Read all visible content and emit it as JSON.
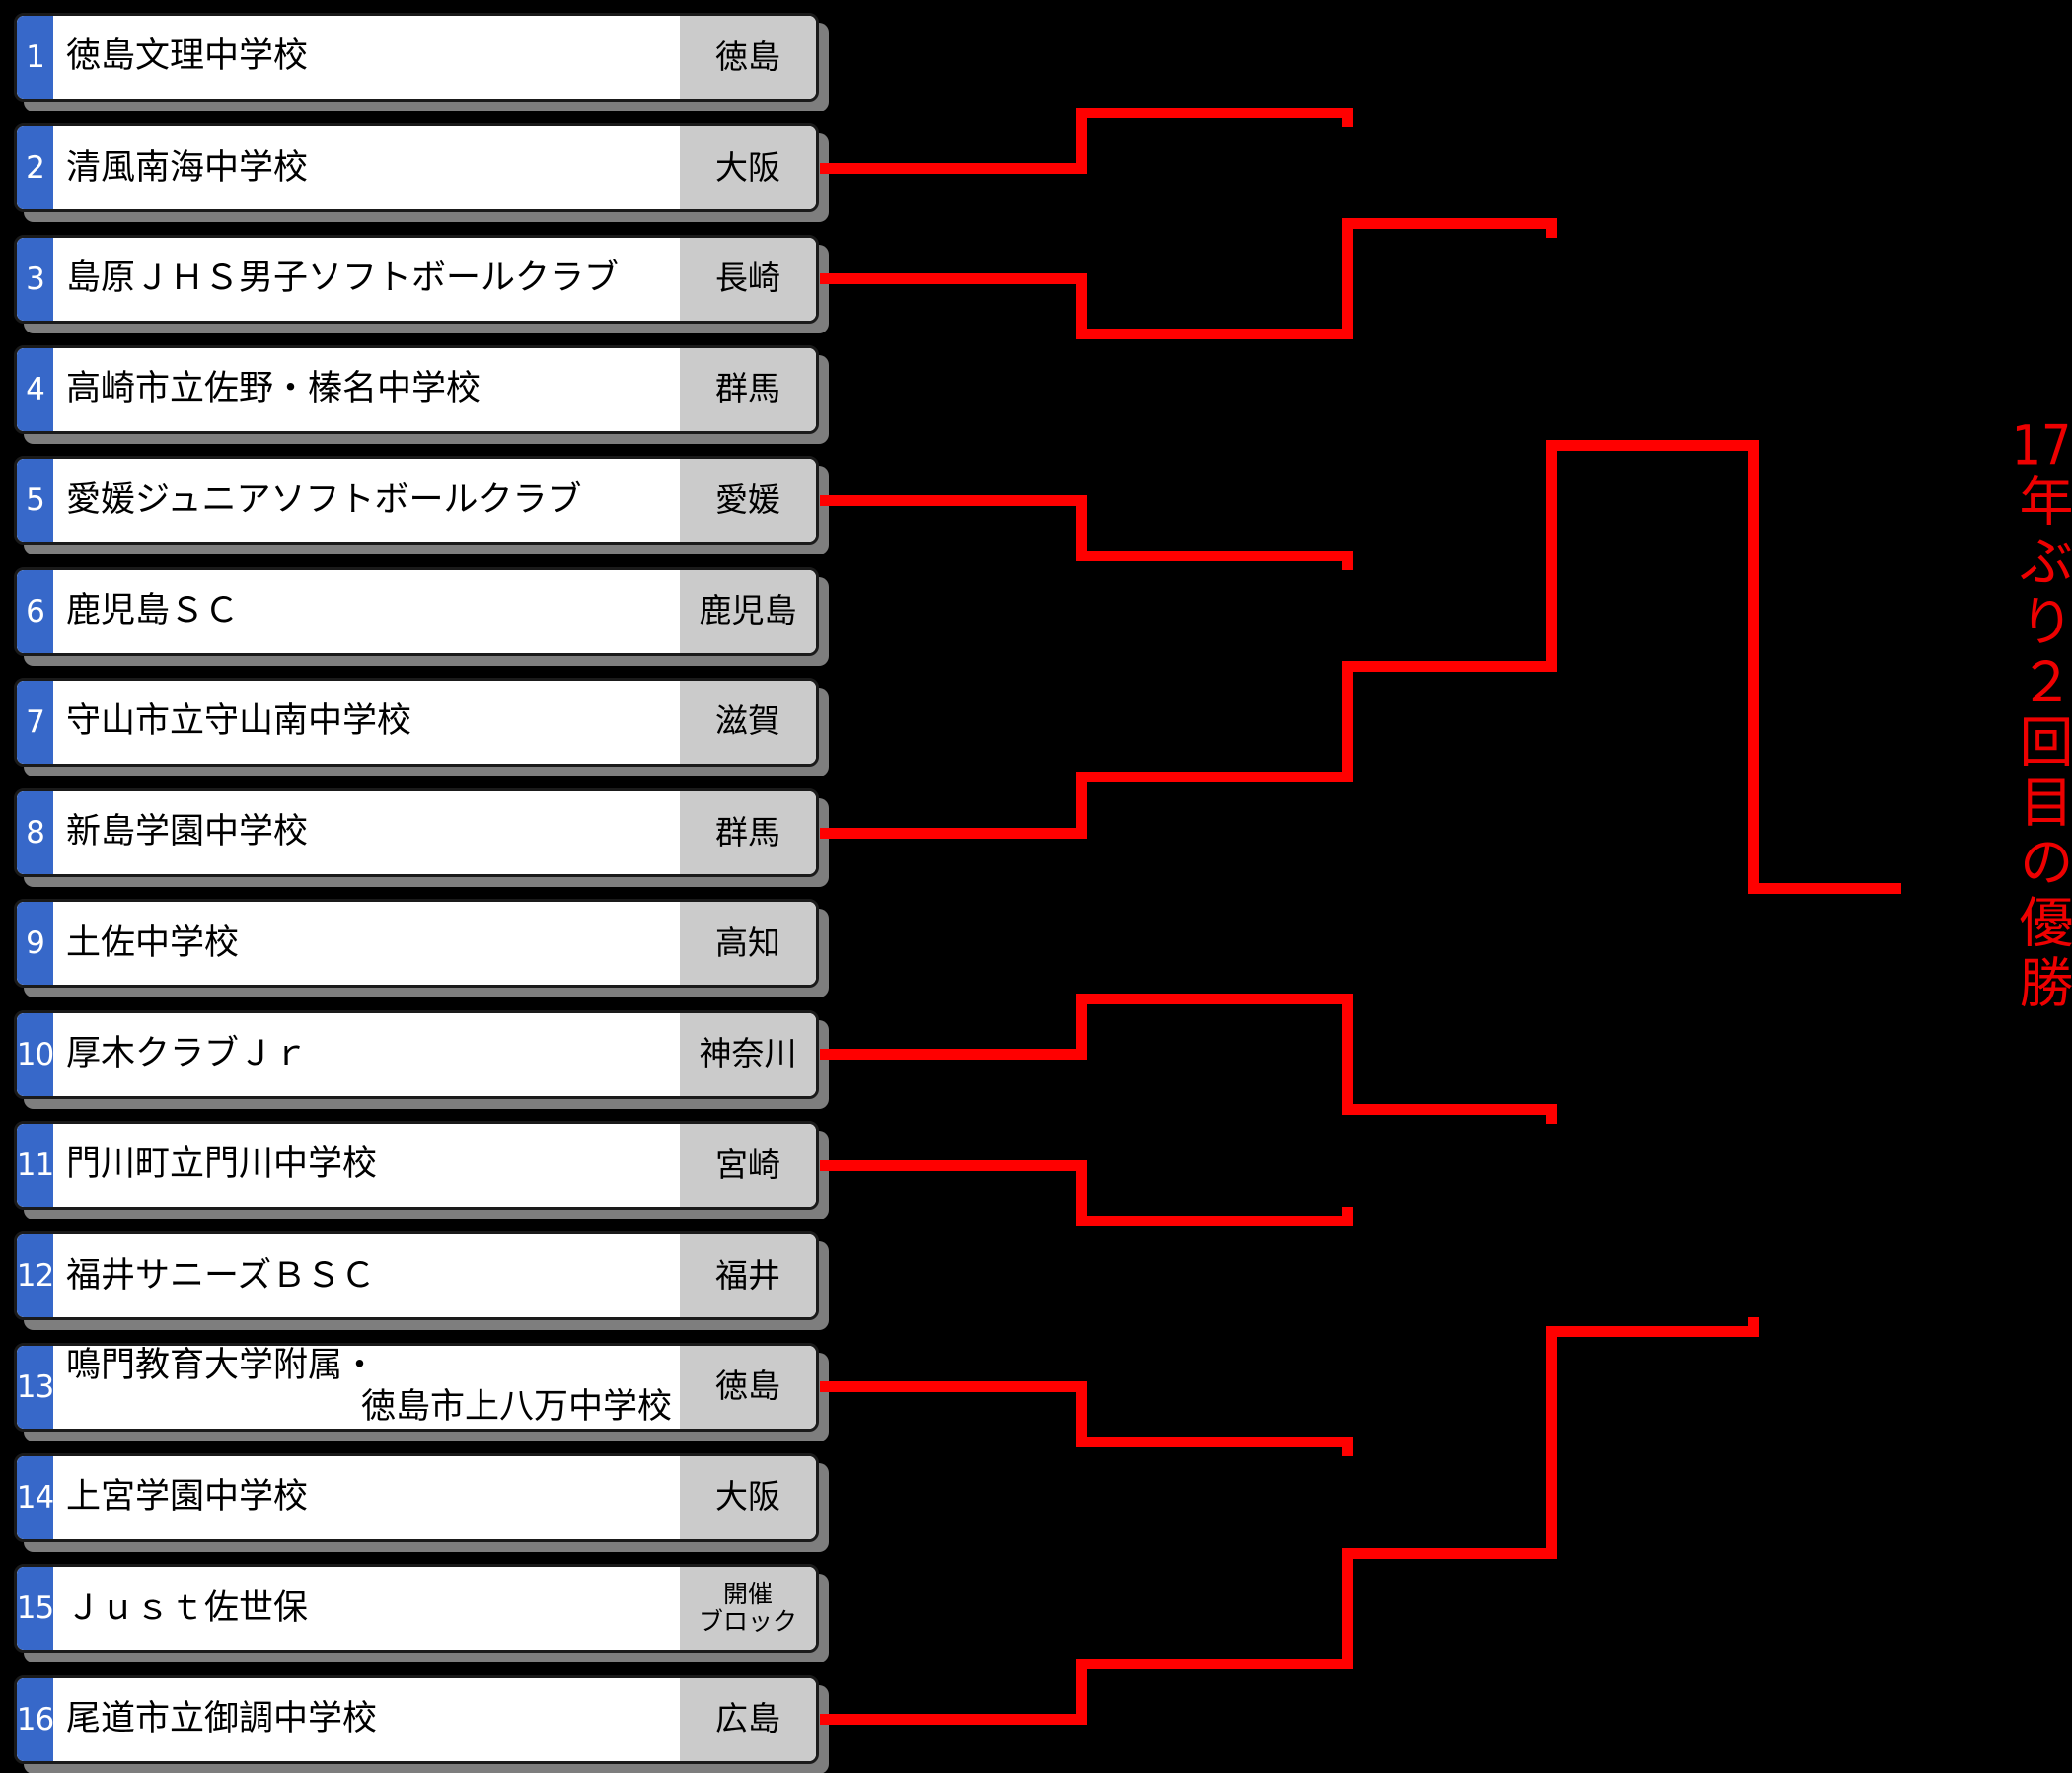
{
  "diagram": {
    "type": "tournament-bracket",
    "sport_hint": "softball",
    "teams": [
      {
        "seed": "1",
        "name_lines": [
          "徳島文理中学校"
        ],
        "pref_lines": [
          "徳島"
        ]
      },
      {
        "seed": "2",
        "name_lines": [
          "清風南海中学校"
        ],
        "pref_lines": [
          "大阪"
        ]
      },
      {
        "seed": "3",
        "name_lines": [
          "島原ＪＨＳ男子ソフトボールクラブ"
        ],
        "pref_lines": [
          "長崎"
        ]
      },
      {
        "seed": "4",
        "name_lines": [
          "高崎市立佐野・榛名中学校"
        ],
        "pref_lines": [
          "群馬"
        ]
      },
      {
        "seed": "5",
        "name_lines": [
          "愛媛ジュニアソフトボールクラブ"
        ],
        "pref_lines": [
          "愛媛"
        ]
      },
      {
        "seed": "6",
        "name_lines": [
          "鹿児島ＳＣ"
        ],
        "pref_lines": [
          "鹿児島"
        ]
      },
      {
        "seed": "7",
        "name_lines": [
          "守山市立守山南中学校"
        ],
        "pref_lines": [
          "滋賀"
        ]
      },
      {
        "seed": "8",
        "name_lines": [
          "新島学園中学校"
        ],
        "pref_lines": [
          "群馬"
        ]
      },
      {
        "seed": "9",
        "name_lines": [
          "土佐中学校"
        ],
        "pref_lines": [
          "高知"
        ]
      },
      {
        "seed": "10",
        "name_lines": [
          "厚木クラブＪｒ"
        ],
        "pref_lines": [
          "神奈川"
        ]
      },
      {
        "seed": "11",
        "name_lines": [
          "門川町立門川中学校"
        ],
        "pref_lines": [
          "宮崎"
        ]
      },
      {
        "seed": "12",
        "name_lines": [
          "福井サニーズＢＳＣ"
        ],
        "pref_lines": [
          "福井"
        ]
      },
      {
        "seed": "13",
        "name_lines": [
          "鳴門教育大学附属・",
          "徳島市上八万中学校"
        ],
        "pref_lines": [
          "徳島"
        ]
      },
      {
        "seed": "14",
        "name_lines": [
          "上宮学園中学校"
        ],
        "pref_lines": [
          "大阪"
        ]
      },
      {
        "seed": "15",
        "name_lines": [
          "Ｊｕｓｔ佐世保"
        ],
        "pref_lines": [
          "開催",
          "ブロック"
        ]
      },
      {
        "seed": "16",
        "name_lines": [
          "尾道市立御調中学校"
        ],
        "pref_lines": [
          "広島"
        ]
      }
    ],
    "results": {
      "round1_winners": [
        2,
        3,
        5,
        8,
        10,
        11,
        13,
        16
      ],
      "quarterfinal_winners": [
        3,
        8,
        10,
        16
      ],
      "semifinal_winners": [
        8,
        16
      ],
      "champion": 8
    },
    "champion_note": {
      "number": "17",
      "text": "年ぶり２回目の優勝"
    },
    "colors": {
      "line": "#ff0000",
      "note_text": "#ee0000",
      "seed_bg": "#3768c9",
      "pref_bg": "#cbcbcb",
      "box_bg": "#ffffff",
      "box_border": "#1a1a1a",
      "shadow": "#7e7e7e",
      "background": "#000000"
    }
  }
}
